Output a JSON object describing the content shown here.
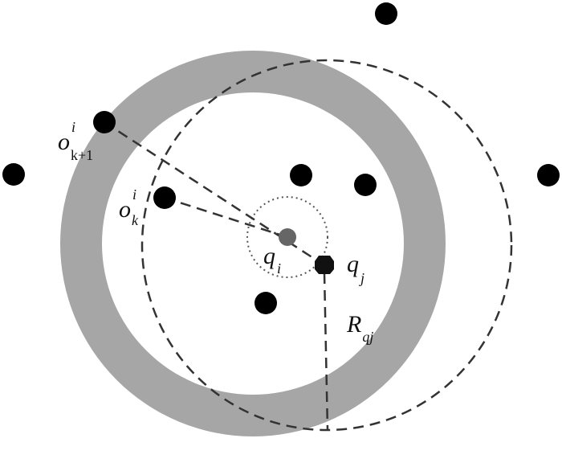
{
  "diagram": {
    "colors": {
      "background": "#ffffff",
      "annulus": "#a6a6a6",
      "point": "#000000",
      "query_point": "#666666",
      "line": "#333333"
    },
    "labels": {
      "o_k1": {
        "base": "o",
        "sup": "i",
        "sub": "k+1"
      },
      "o_k": {
        "base": "o",
        "sup": "i",
        "sub": "k"
      },
      "q_i": {
        "base": "q",
        "sub": "i"
      },
      "q_j": {
        "base": "q",
        "sub": "j"
      },
      "r_qj": {
        "base": "R",
        "sub": "qj"
      }
    }
  }
}
